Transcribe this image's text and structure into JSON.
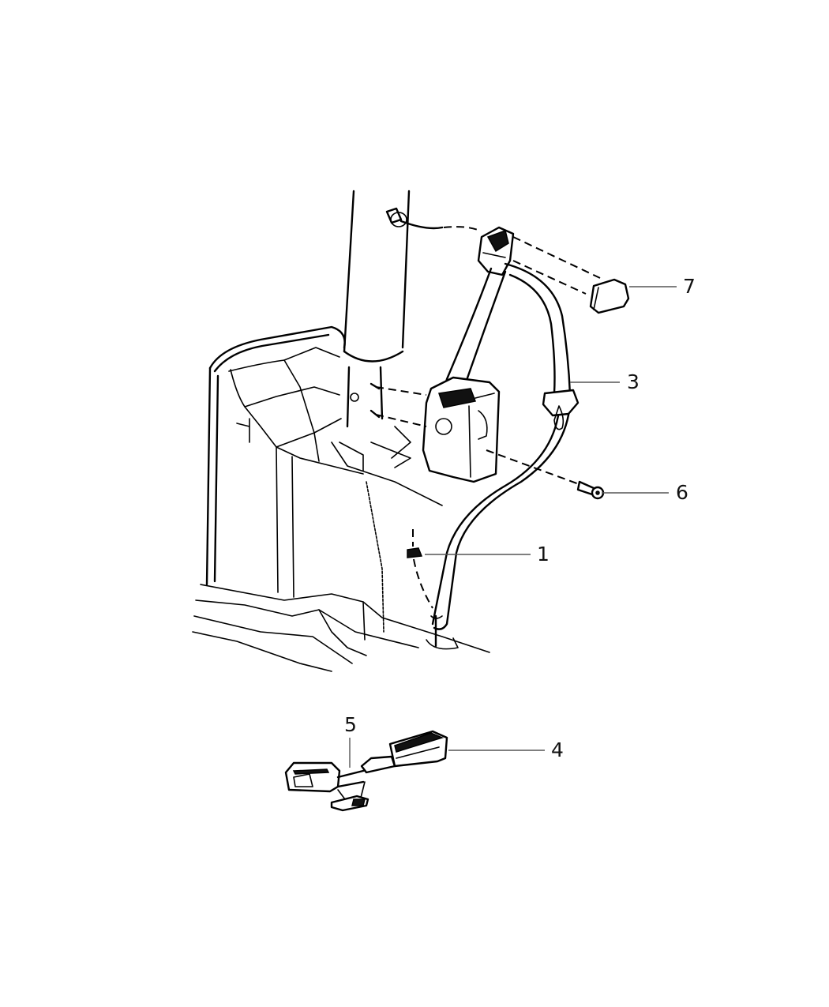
{
  "diagram": {
    "type": "exploded parts diagram",
    "subject": "rear seat belt assembly",
    "callouts": [
      {
        "id": "1",
        "label": "1",
        "part": "nut"
      },
      {
        "id": "3",
        "label": "3",
        "part": "seat belt retractor and shoulder belt"
      },
      {
        "id": "4",
        "label": "4",
        "part": "buckle"
      },
      {
        "id": "5",
        "label": "5",
        "part": "buckle anchor"
      },
      {
        "id": "6",
        "label": "6",
        "part": "bolt"
      },
      {
        "id": "7",
        "label": "7",
        "part": "cover / cap"
      }
    ],
    "colors": {
      "line": "#000000",
      "background": "#ffffff",
      "leader": "#555555"
    }
  }
}
